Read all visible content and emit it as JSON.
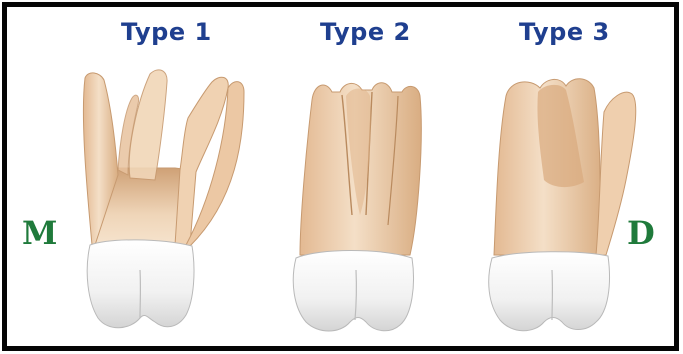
{
  "titles": {
    "type1": "Type 1",
    "type2": "Type 2",
    "type3": "Type 3"
  },
  "side_labels": {
    "mesial": "M",
    "distal": "D"
  },
  "colors": {
    "title": "#1f3f8f",
    "side_label": "#1f7a3b",
    "root_light": "#f3dcc2",
    "root_mid": "#e7c29c",
    "root_dark": "#cfa176",
    "crown": "#f2f2f2",
    "border": "#050505"
  }
}
